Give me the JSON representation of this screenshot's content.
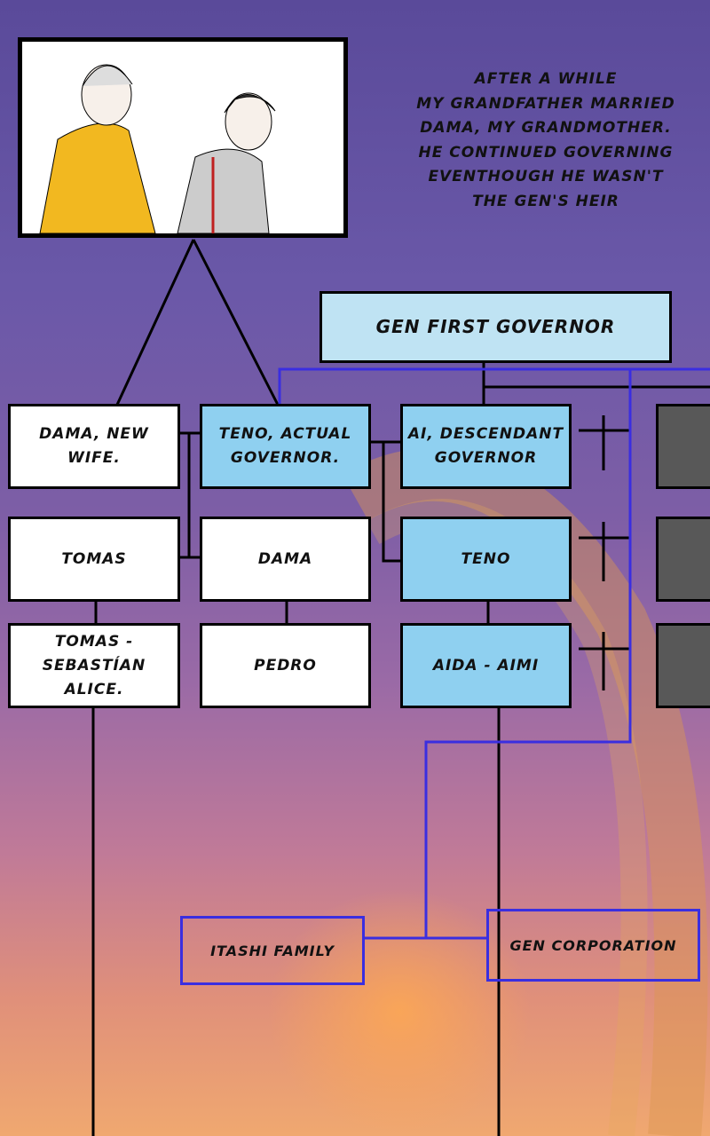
{
  "narration": [
    "After a while",
    "My grandfather married",
    "Dama, my grandmother.",
    "He continued governing",
    "eventhough he wasn't",
    "the Gen's heir"
  ],
  "tree": {
    "root": "Gen First Governor",
    "row1": [
      "Dama, New WIfe.",
      "Teno, actual Governor.",
      "Ai, descendant governor"
    ],
    "row2": [
      "Tomas",
      "Dama",
      "Teno"
    ],
    "row3": [
      "Tomas - Sebastían Alice.",
      "pedro",
      "Aida - Aimi"
    ]
  },
  "labels": {
    "left": "Itashi Family",
    "right": "Gen Corporation"
  },
  "colors": {
    "highlight": "#8fd0f0",
    "root": "#bfe3f3",
    "link": "#3a2ee0"
  }
}
